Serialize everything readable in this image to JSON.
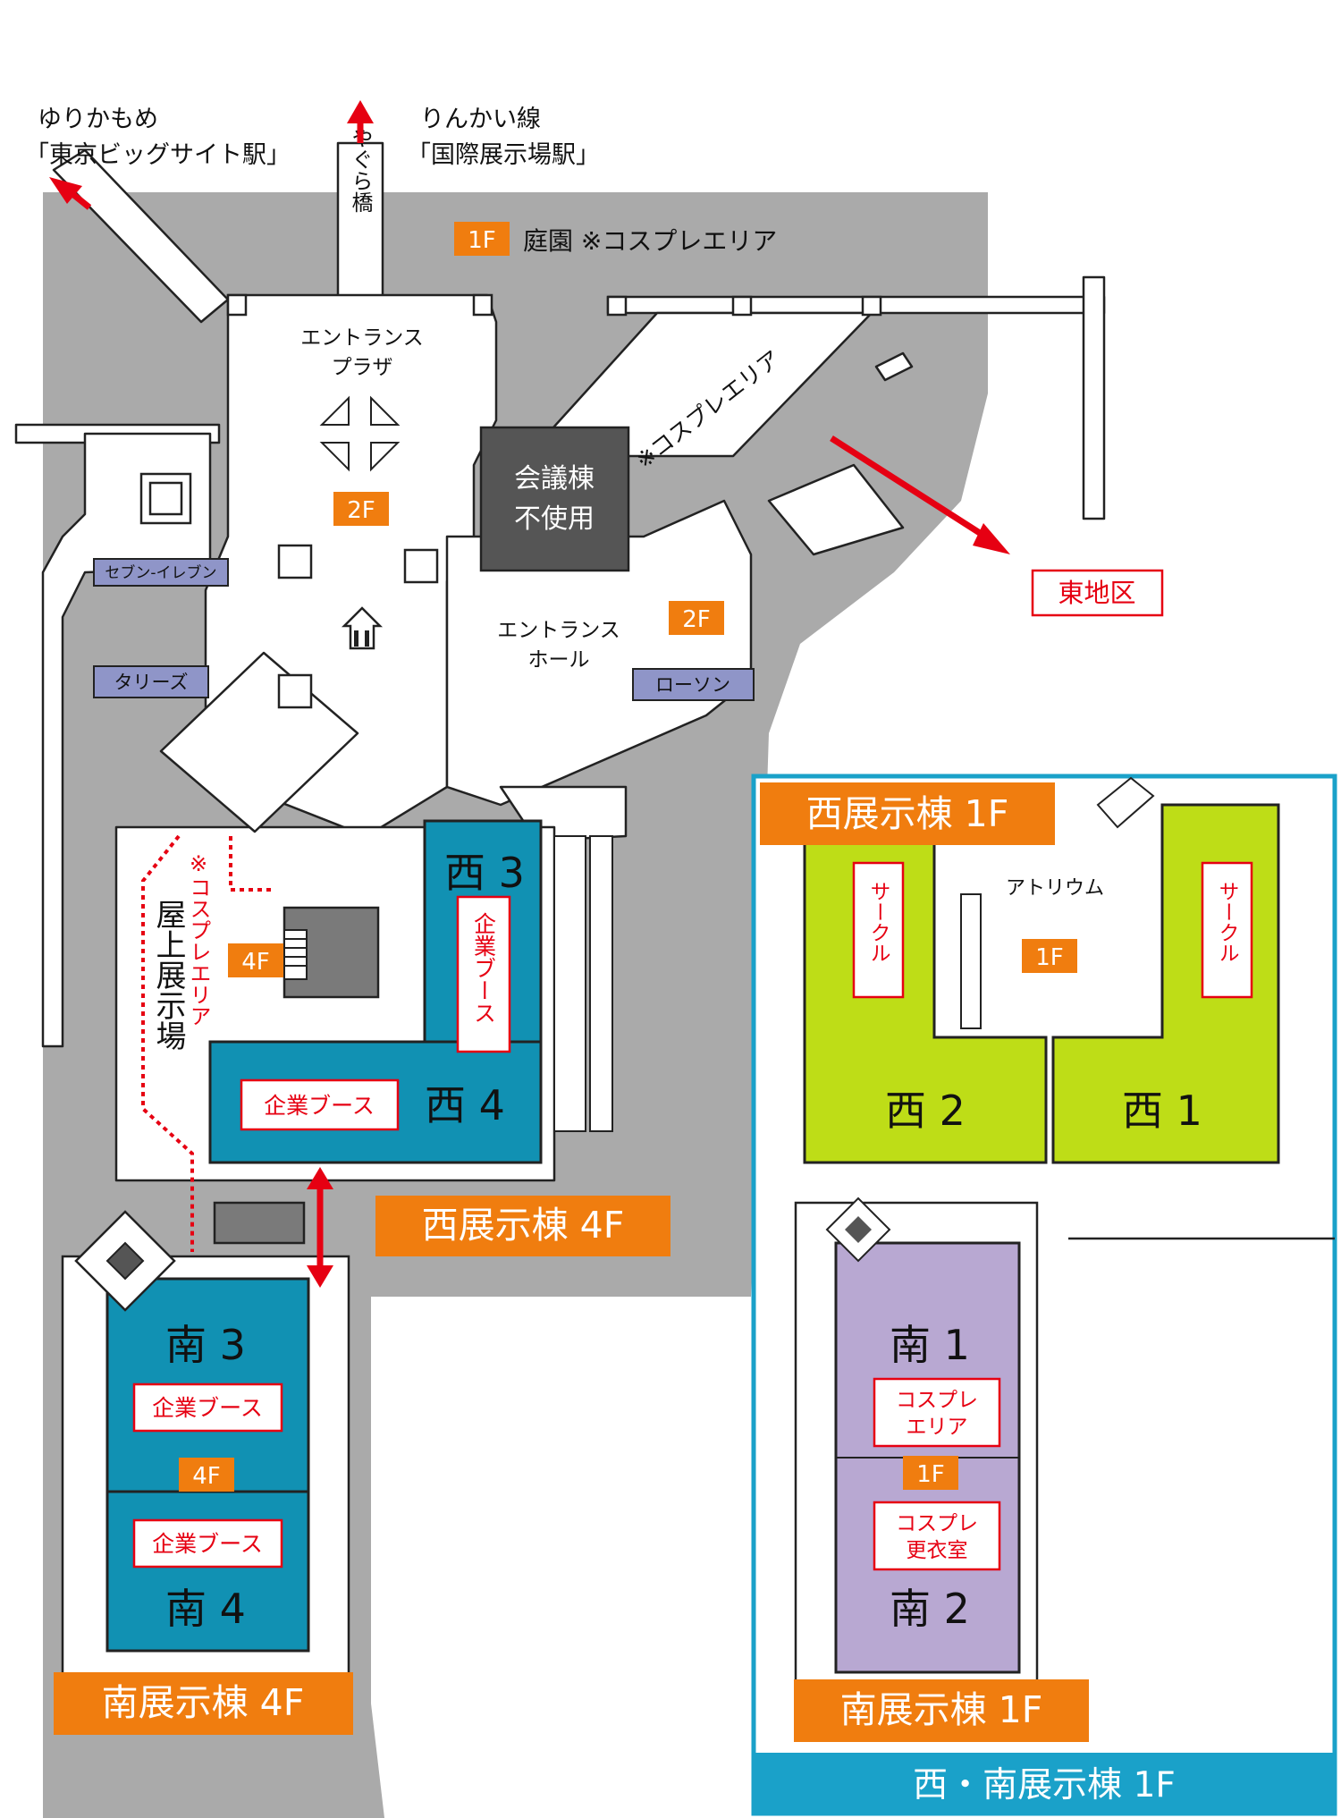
{
  "colors": {
    "outdoor_gray": "#aaaaaa",
    "building_white": "#ffffff",
    "outline": "#222222",
    "hall_blue": "#1191b3",
    "hall_green": "#bedd17",
    "hall_purple": "#b8a8d2",
    "conference_gray": "#555555",
    "roof_dark": "#7a7a7a",
    "orange": "#f07d0f",
    "red": "#e60012",
    "convenience_purple": "#8f95c8",
    "inset_border": "#1aa1c9"
  },
  "top": {
    "yurikamome_line": "ゆりかもめ",
    "yurikamome_station": "「東京ビッグサイト駅」",
    "rinkai_line": "りんかい線",
    "rinkai_station": "「国際展示場駅」",
    "bridge": "やぐら橋",
    "garden_floor": "1F",
    "garden_text": "庭園 ※コスプレエリア",
    "cosplay_diag": "※コスプレエリア"
  },
  "plaza": {
    "entrance_plaza": "エントランス\nプラザ",
    "floor": "2F",
    "conference": "会議棟\n不使用",
    "seven_eleven": "セブン-イレブン",
    "tullys": "タリーズ",
    "lawson": "ローソン",
    "entrance_hall": "エントランス\nホール",
    "hall_floor": "2F",
    "east_area": "東地区"
  },
  "west4f": {
    "roof_cosplay": "※コスプレエリア",
    "roof_hall": "屋上展示場",
    "roof_floor": "4F",
    "west3": "西 3",
    "booth_vertical": "企業ブース",
    "west4": "西 4",
    "booth": "企業ブース",
    "label": "西展示棟 4F"
  },
  "south4f": {
    "south3": "南 3",
    "booth1": "企業ブース",
    "floor": "4F",
    "booth2": "企業ブース",
    "south4": "南 4",
    "label": "南展示棟 4F"
  },
  "inset": {
    "west_label": "西展示棟 1F",
    "atrium": "アトリウム",
    "atrium_floor": "1F",
    "circle_left": "サークル",
    "circle_right": "サークル",
    "west2": "西 2",
    "west1": "西 1",
    "south1": "南 1",
    "cosplay_area": "コスプレ\nエリア",
    "south_floor": "1F",
    "changing_room": "コスプレ\n更衣室",
    "south2": "南 2",
    "south_label": "南展示棟 1F",
    "footer": "西・南展示棟 1F"
  }
}
